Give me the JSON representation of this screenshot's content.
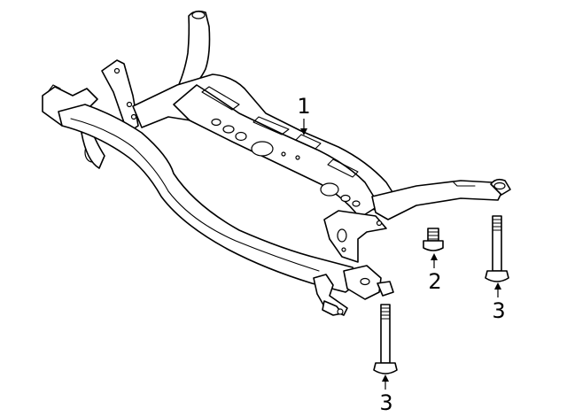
{
  "callouts": [
    {
      "id": "subframe",
      "label": "1"
    },
    {
      "id": "bolt-short",
      "label": "2"
    },
    {
      "id": "bolt-long-right",
      "label": "3"
    },
    {
      "id": "bolt-long-bottom",
      "label": "3"
    }
  ],
  "colors": {
    "line": "#000000",
    "background": "#ffffff"
  }
}
